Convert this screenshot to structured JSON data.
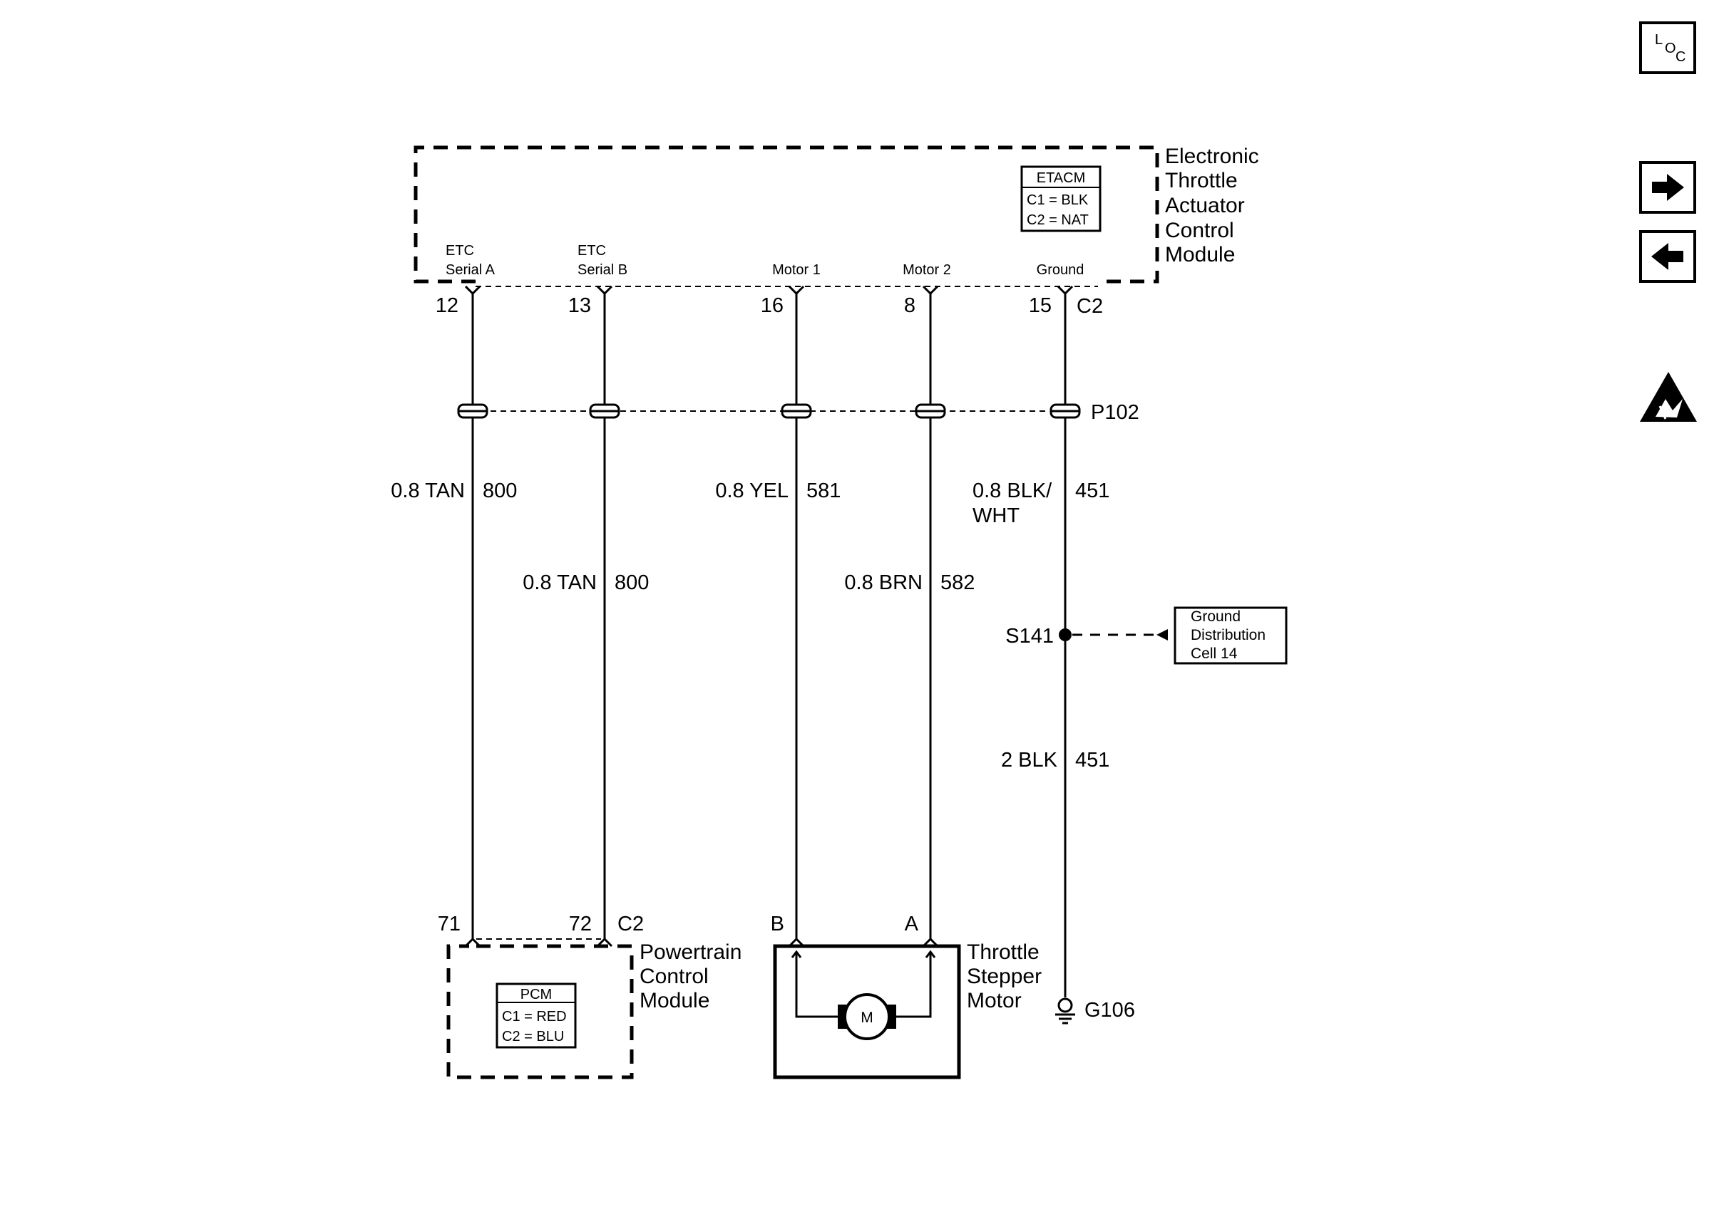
{
  "etacm": {
    "title_lines": [
      "Electronic",
      "Throttle",
      "Actuator",
      "Control",
      "Module"
    ],
    "connector_box": {
      "name": "ETACM",
      "c1": "C1 = BLK",
      "c2": "C2 = NAT"
    },
    "pins": [
      {
        "label_1": "ETC",
        "label_2": "Serial A",
        "pin": "12"
      },
      {
        "label_1": "ETC",
        "label_2": "Serial B",
        "pin": "13"
      },
      {
        "label_1": "",
        "label_2": "Motor 1",
        "pin": "16"
      },
      {
        "label_1": "",
        "label_2": "Motor 2",
        "pin": "8"
      },
      {
        "label_1": "",
        "label_2": "Ground",
        "pin": "15"
      }
    ],
    "connector_id": "C2"
  },
  "inline_connector": "P102",
  "wires": [
    {
      "color": "0.8 TAN",
      "circuit": "800"
    },
    {
      "color": "0.8 TAN",
      "circuit": "800"
    },
    {
      "color": "0.8 YEL",
      "circuit": "581"
    },
    {
      "color": "0.8 BRN",
      "circuit": "582"
    },
    {
      "color_line1": "0.8 BLK/",
      "color_line2": "WHT",
      "circuit": "451"
    }
  ],
  "ground_wire": {
    "color": "2 BLK",
    "circuit": "451"
  },
  "splice": "S141",
  "ground_distribution": [
    "Ground",
    "Distribution",
    "Cell 14"
  ],
  "pcm": {
    "title_lines": [
      "Powertrain",
      "Control",
      "Module"
    ],
    "connector_box": {
      "name": "PCM",
      "c1": "C1 = RED",
      "c2": "C2 = BLU"
    },
    "pins": [
      "71",
      "72"
    ],
    "connector_id": "C2"
  },
  "motor": {
    "title_lines": [
      "Throttle",
      "Stepper",
      "Motor"
    ],
    "pins": [
      "B",
      "A"
    ],
    "symbol": "M"
  },
  "ground": "G106",
  "side_icons": {
    "loc": {
      "icon": "loc-icon",
      "l": "L",
      "o": "O",
      "c": "C"
    },
    "next": "arrow-right-icon",
    "prev": "arrow-left-icon",
    "esd": "esd-warning-icon"
  }
}
